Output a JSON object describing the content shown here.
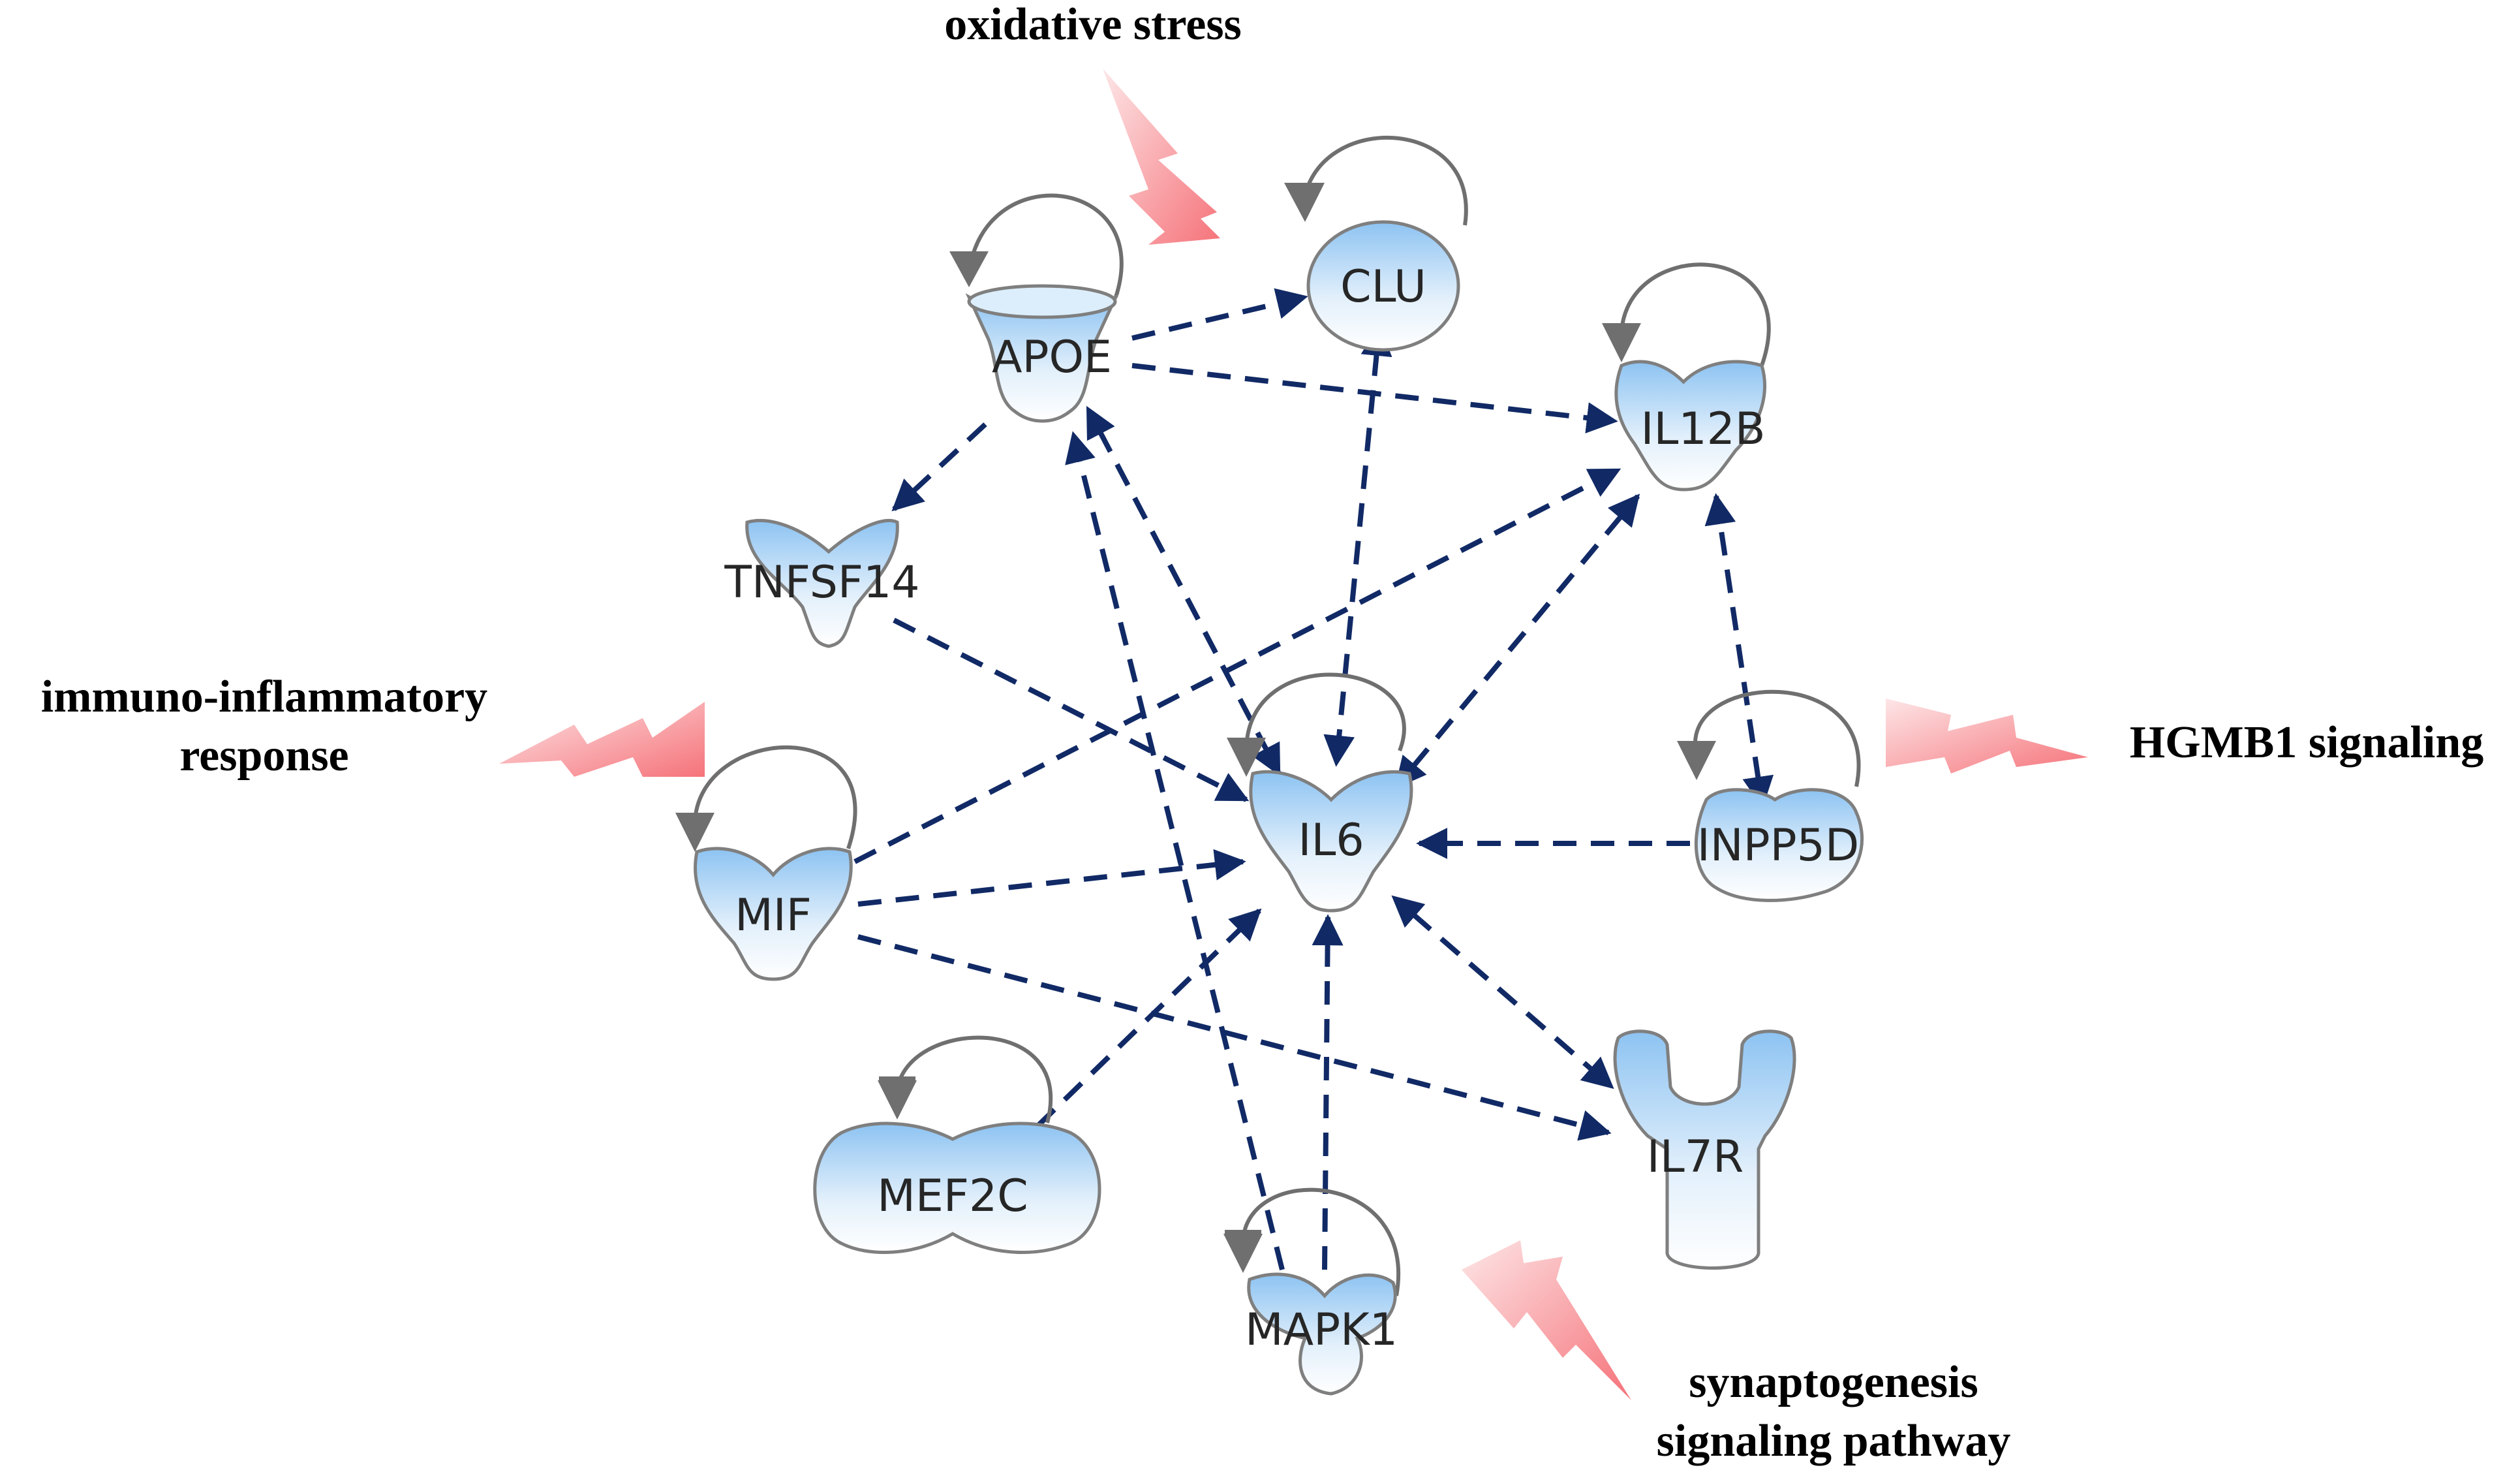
{
  "colors": {
    "edge": "#112a66",
    "node_fill_top": "#8dc3f2",
    "node_fill_bottom": "#ffffff",
    "node_stroke": "#7f7f7f",
    "self_loop": "#6f6f6f",
    "lightning": "#f4636b"
  },
  "nodes": {
    "APOE": "APOE",
    "CLU": "CLU",
    "IL12B": "IL12B",
    "TNFSF14": "TNFSF14",
    "IL6": "IL6",
    "INPP5D": "INPP5D",
    "MIF": "MIF",
    "MEF2C": "MEF2C",
    "MAPK1": "MAPK1",
    "IL7R": "IL7R"
  },
  "annotations": {
    "oxidative_stress": "oxidative stress",
    "immuno_line1": "immuno-inflammatory",
    "immuno_line2": "response",
    "hgmb1": "HGMB1 signaling",
    "synapto_line1": "synaptogenesis",
    "synapto_line2": "signaling pathway"
  },
  "edges": [
    {
      "from": "APOE",
      "to": "CLU"
    },
    {
      "from": "APOE",
      "to": "IL12B"
    },
    {
      "from": "APOE",
      "to": "TNFSF14"
    },
    {
      "from": "APOE",
      "to": "IL6",
      "bidirectional": true
    },
    {
      "from": "MAPK1",
      "to": "APOE"
    },
    {
      "from": "CLU",
      "to": "IL6",
      "bidirectional": true
    },
    {
      "from": "TNFSF14",
      "to": "IL6"
    },
    {
      "from": "MIF",
      "to": "IL12B"
    },
    {
      "from": "MIF",
      "to": "IL6"
    },
    {
      "from": "MIF",
      "to": "IL7R"
    },
    {
      "from": "IL6",
      "to": "IL12B",
      "bidirectional": true
    },
    {
      "from": "INPP5D",
      "to": "IL12B",
      "bidirectional": true
    },
    {
      "from": "INPP5D",
      "to": "IL6"
    },
    {
      "from": "IL6",
      "to": "IL7R",
      "bidirectional": true
    },
    {
      "from": "MEF2C",
      "to": "IL6"
    },
    {
      "from": "MAPK1",
      "to": "IL6"
    }
  ],
  "self_loops": [
    "APOE",
    "CLU",
    "IL12B",
    "IL6",
    "INPP5D",
    "MIF",
    "MEF2C",
    "MAPK1"
  ]
}
